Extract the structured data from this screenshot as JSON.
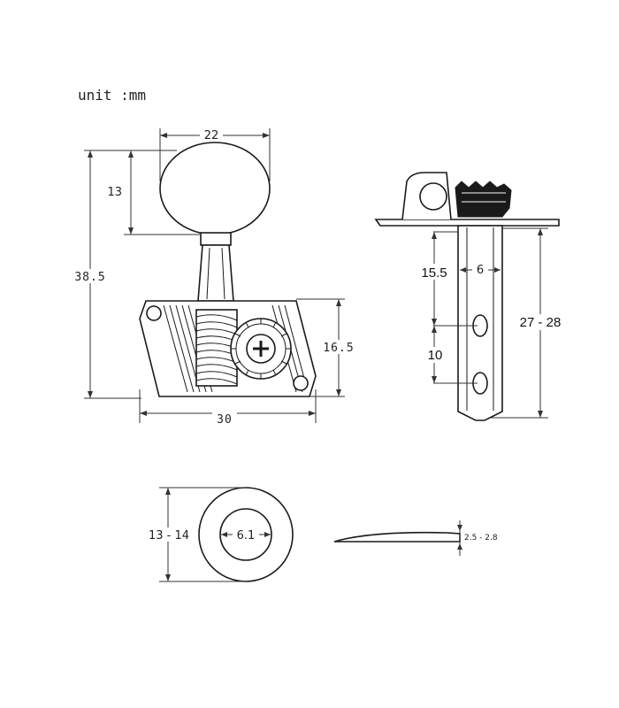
{
  "unit_label": "unit :mm",
  "dimensions": {
    "front": {
      "knob_width": "22",
      "knob_height": "13",
      "total_height": "38.5",
      "base_height": "16.5",
      "base_width": "30"
    },
    "side": {
      "post_to_hole": "15.5",
      "post_diameter": "6",
      "post_length": "27 - 28",
      "hole_spacing": "10"
    },
    "bushing": {
      "outer_diameter": "13 - 14",
      "inner_diameter": "6.1"
    },
    "washer": {
      "thickness": "2.5 - 2.8"
    }
  }
}
